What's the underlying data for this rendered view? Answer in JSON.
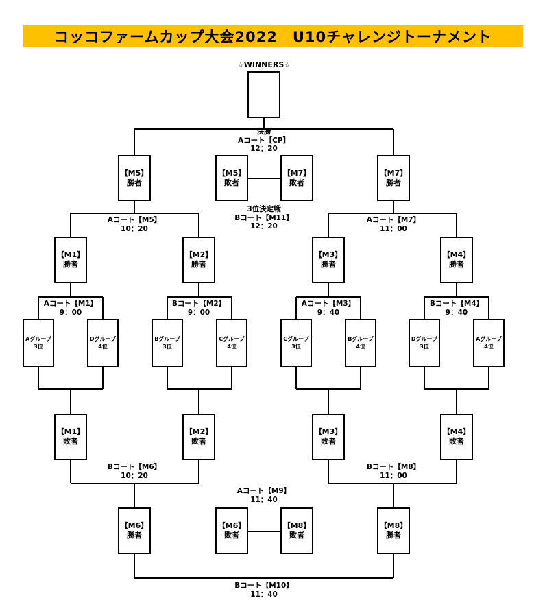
{
  "title": "コッコファームカップ大会2022　U10チャレンジトーナメント",
  "winners_label": "☆WINNERS☆",
  "final": {
    "name": "決勝",
    "court": "Aコート【CP】",
    "time": "12：20"
  },
  "third_place": {
    "name": "3位決定戦",
    "court": "Bコート【M11】",
    "time": "12：20",
    "left_m": "【M5】",
    "left_r": "敗者",
    "right_m": "【M7】",
    "right_r": "敗者"
  },
  "winner_boxes": [
    {
      "m": "【M5】",
      "r": "勝者"
    },
    {
      "m": "【M7】",
      "r": "勝者"
    },
    {
      "m": "【M1】",
      "r": "勝者"
    },
    {
      "m": "【M2】",
      "r": "勝者"
    },
    {
      "m": "【M3】",
      "r": "勝者"
    },
    {
      "m": "【M4】",
      "r": "勝者"
    }
  ],
  "semis": [
    {
      "court": "Aコート【M5】",
      "time": "10：20"
    },
    {
      "court": "Aコート【M7】",
      "time": "11：00"
    }
  ],
  "first_round": [
    {
      "court": "Aコート【M1】",
      "time": "9：00"
    },
    {
      "court": "Bコート【M2】",
      "time": "9：00"
    },
    {
      "court": "Aコート【M3】",
      "time": "9：40"
    },
    {
      "court": "Bコート【M4】",
      "time": "9：40"
    }
  ],
  "teams": [
    {
      "g": "Aグループ",
      "p": "3位"
    },
    {
      "g": "Dグループ",
      "p": "4位"
    },
    {
      "g": "Bグループ",
      "p": "3位"
    },
    {
      "g": "Cグループ",
      "p": "4位"
    },
    {
      "g": "Cグループ",
      "p": "3位"
    },
    {
      "g": "Bグループ",
      "p": "4位"
    },
    {
      "g": "Dグループ",
      "p": "3位"
    },
    {
      "g": "Aグループ",
      "p": "4位"
    }
  ],
  "loser_boxes": [
    {
      "m": "【M1】",
      "r": "敗者"
    },
    {
      "m": "【M2】",
      "r": "敗者"
    },
    {
      "m": "【M3】",
      "r": "敗者"
    },
    {
      "m": "【M4】",
      "r": "敗者"
    }
  ],
  "consolation": [
    {
      "court": "Bコート【M6】",
      "time": "10：20"
    },
    {
      "court": "Bコート【M8】",
      "time": "11：00"
    }
  ],
  "consolation_winners": [
    {
      "m": "【M6】",
      "r": "勝者"
    },
    {
      "m": "【M8】",
      "r": "勝者"
    }
  ],
  "m9": {
    "court": "Aコート【M9】",
    "time": "11：40",
    "left_m": "【M6】",
    "left_r": "敗者",
    "right_m": "【M8】",
    "right_r": "敗者"
  },
  "m10": {
    "court": "Bコート【M10】",
    "time": "11：40"
  }
}
